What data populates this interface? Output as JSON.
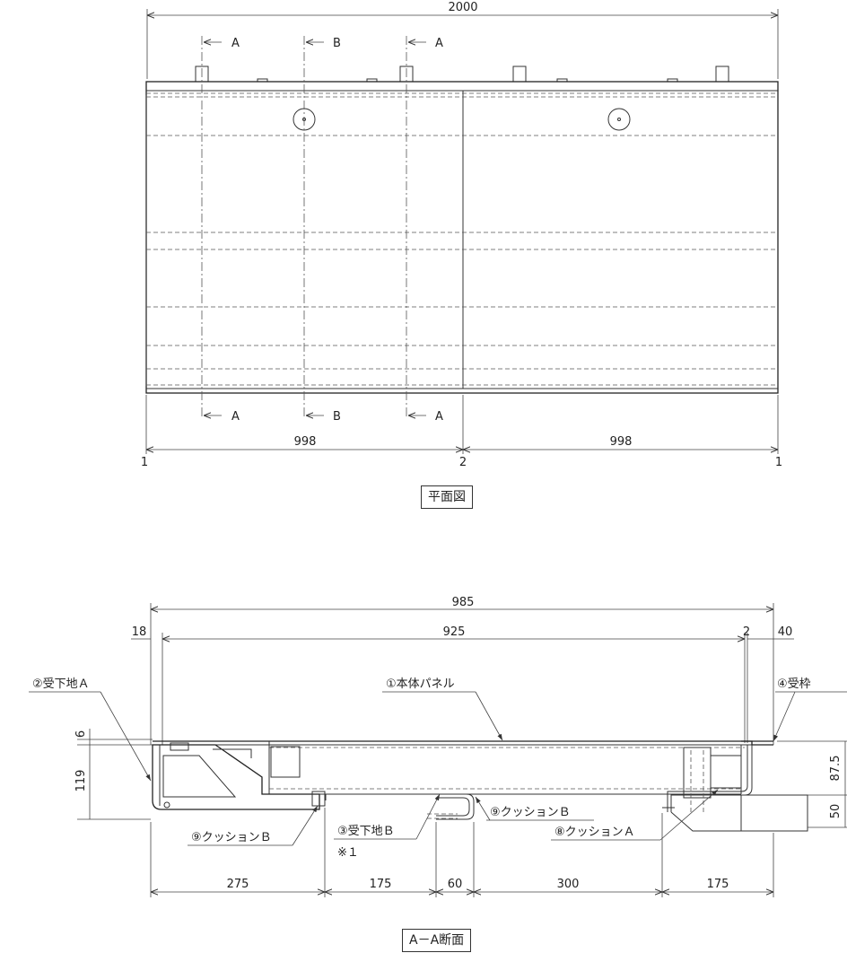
{
  "plan_view": {
    "title": "平面図",
    "dim_overall": "2000",
    "dim_left": "998",
    "dim_right": "998",
    "grid_left": "1",
    "grid_mid": "2",
    "grid_right": "1",
    "section_a": "A",
    "section_b": "B"
  },
  "section_view": {
    "title": "A－A断面",
    "dim_985": "985",
    "dim_18": "18",
    "dim_925": "925",
    "dim_2": "2",
    "dim_40": "40",
    "dim_6": "6",
    "dim_119": "119",
    "dim_87_5": "87.5",
    "dim_50": "50",
    "bottom_dims": [
      "275",
      "175",
      "60",
      "300",
      "175"
    ],
    "labels": {
      "part1": "①本体パネル",
      "part2": "②受下地Ａ",
      "part3": "③受下地Ｂ",
      "part4": "④受枠",
      "part8": "⑧クッションＡ",
      "part9_left": "⑨クッションＢ",
      "part9_right": "⑨クッションＢ",
      "note": "※１"
    }
  }
}
